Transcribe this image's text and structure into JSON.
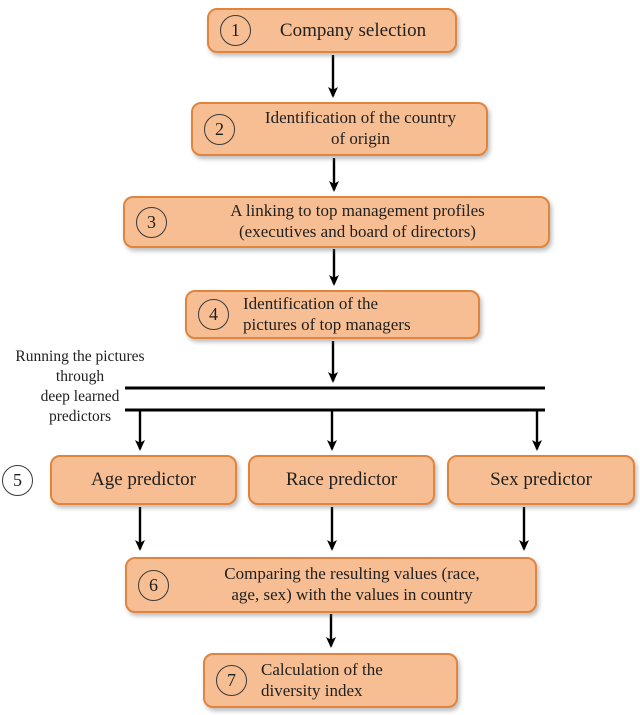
{
  "colors": {
    "box_fill": "#F6BE92",
    "box_border": "#E0853F",
    "arrow": "#000000",
    "text": "#1F1F1F",
    "circle_border": "#3A3A3A",
    "page_bg": "#FFFFFF"
  },
  "annotation": {
    "line1": "Running the pictures",
    "line2": "through",
    "line3": "deep learned",
    "line4": "predictors"
  },
  "steps": {
    "step1": {
      "number": "1",
      "label": "Company selection"
    },
    "step2": {
      "number": "2",
      "line1": "Identification of the country",
      "line2": "of origin"
    },
    "step3": {
      "number": "3",
      "line1": "A linking to top management profiles",
      "line2": "(executives and board of directors)"
    },
    "step4": {
      "number": "4",
      "line1": "Identification of the",
      "line2": "pictures of top managers"
    },
    "step5": {
      "number": "5",
      "predictors": [
        {
          "label": "Age predictor"
        },
        {
          "label": "Race predictor"
        },
        {
          "label": "Sex predictor"
        }
      ]
    },
    "step6": {
      "number": "6",
      "line1": "Comparing the resulting values (race,",
      "line2": "age, sex) with the values in country"
    },
    "step7": {
      "number": "7",
      "line1": "Calculation of the",
      "line2": "diversity index"
    }
  }
}
